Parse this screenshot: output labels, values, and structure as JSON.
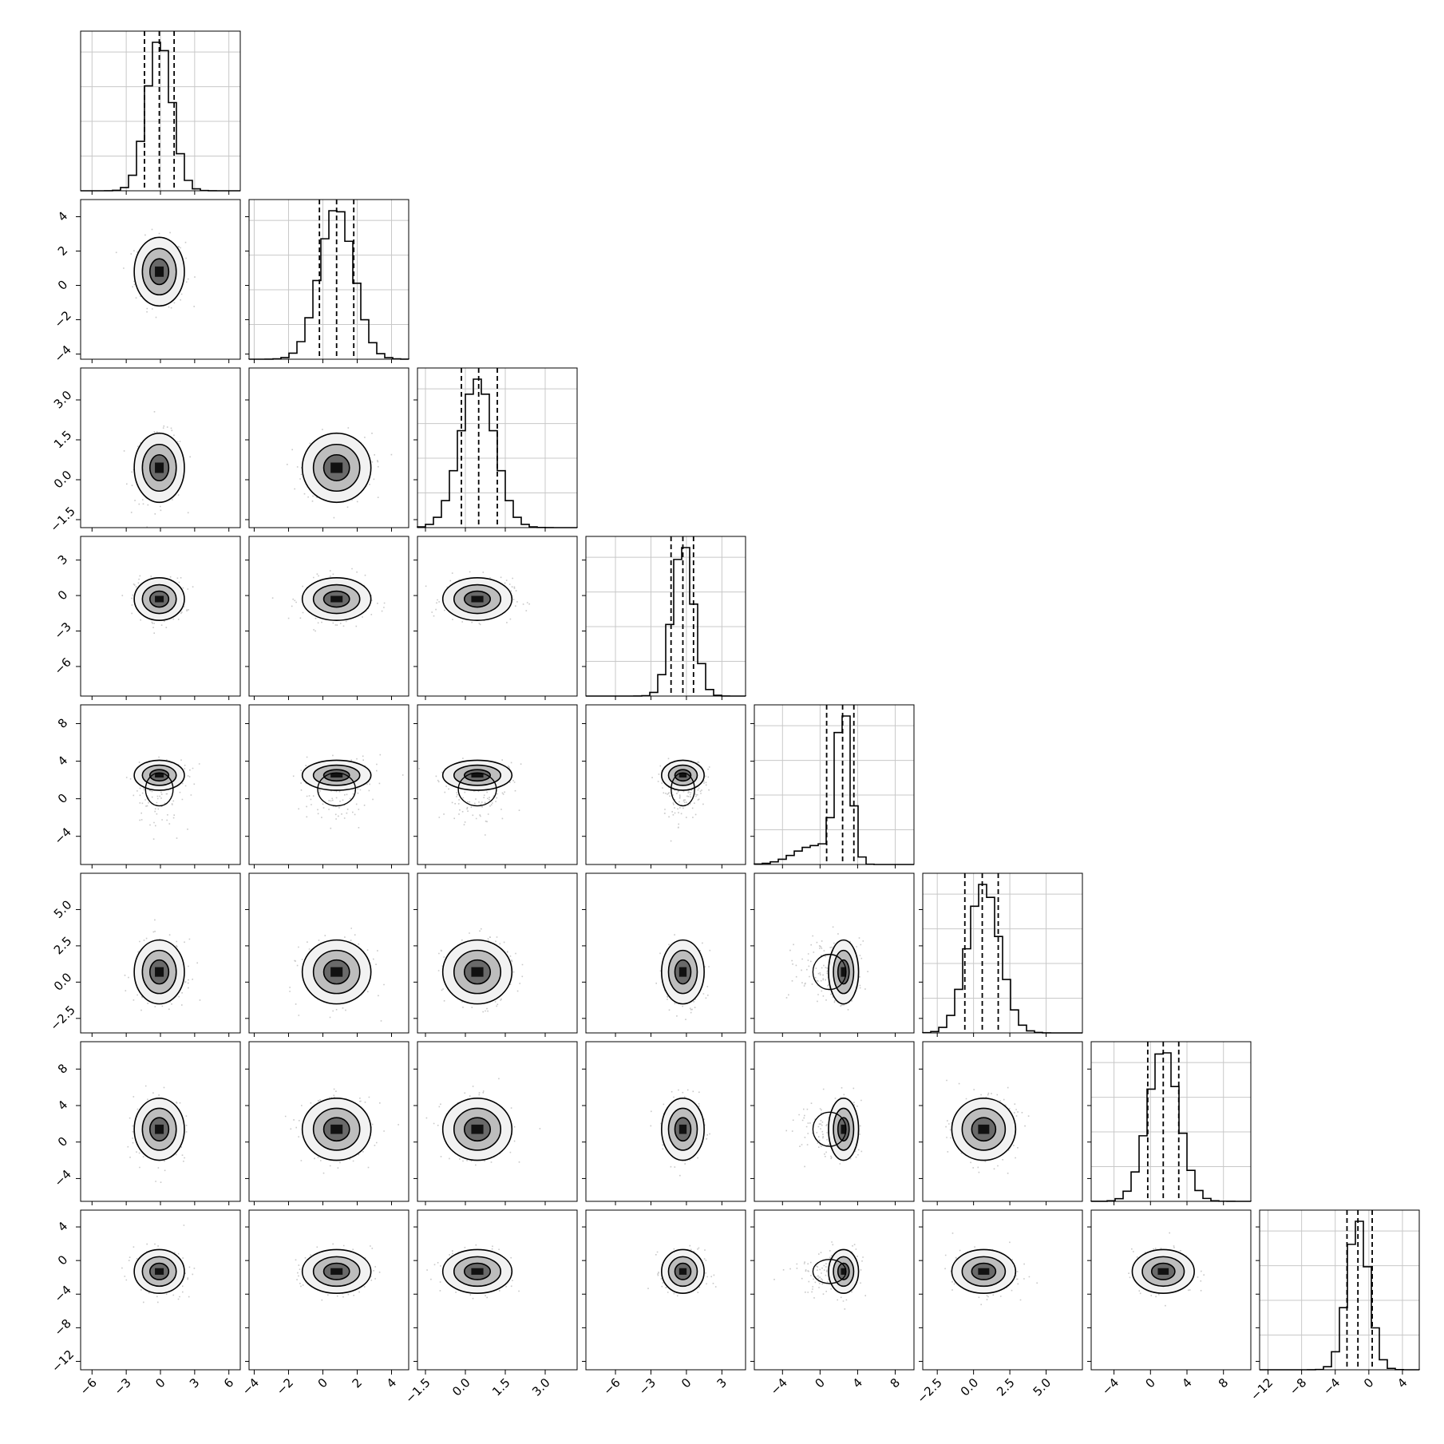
{
  "chart_data": {
    "type": "corner",
    "n_params": 8,
    "grid": true,
    "colors": {
      "line": "#000000",
      "grid": "#c8c8c8",
      "scatter": "#9a9a9a"
    },
    "params": [
      {
        "range": [
          -7,
          7
        ],
        "ticks": [
          -6,
          -3,
          0,
          3,
          6
        ],
        "tick_labels": [
          "−6",
          "−3",
          "0",
          "3",
          "6"
        ],
        "quantiles": [
          -1.4,
          -0.1,
          1.2
        ],
        "hist_peak": -0.1,
        "hist_sigma": 1.1,
        "hist_skew": 0
      },
      {
        "range": [
          -4.3,
          5
        ],
        "ticks": [
          -4,
          -2,
          0,
          2,
          4
        ],
        "tick_labels": [
          "−4",
          "−2",
          "0",
          "2",
          "4"
        ],
        "quantiles": [
          -0.2,
          0.8,
          1.8
        ],
        "hist_peak": 0.8,
        "hist_sigma": 1.0,
        "hist_skew": 0
      },
      {
        "range": [
          -1.8,
          4.2
        ],
        "ticks": [
          -1.5,
          0.0,
          1.5,
          3.0
        ],
        "tick_labels": [
          "−1.5",
          "0.0",
          "1.5",
          "3.0"
        ],
        "quantiles": [
          -0.15,
          0.5,
          1.2
        ],
        "hist_peak": 0.45,
        "hist_sigma": 0.65,
        "hist_skew": 0
      },
      {
        "range": [
          -8.5,
          5
        ],
        "ticks": [
          -6,
          -3,
          0,
          3
        ],
        "tick_labels": [
          "−6",
          "−3",
          "0",
          "3"
        ],
        "quantiles": [
          -1.3,
          -0.3,
          0.6
        ],
        "hist_peak": -0.3,
        "hist_sigma": 0.9,
        "hist_skew": 0
      },
      {
        "range": [
          -7,
          10
        ],
        "ticks": [
          -4,
          0,
          4,
          8
        ],
        "tick_labels": [
          "−4",
          "0",
          "4",
          "8"
        ],
        "quantiles": [
          0.7,
          2.4,
          3.6
        ],
        "hist_peak": 2.5,
        "hist_sigma": 0.8,
        "hist_skew": 1
      },
      {
        "range": [
          -3.5,
          7.5
        ],
        "ticks": [
          -2.5,
          0.0,
          2.5,
          5.0
        ],
        "tick_labels": [
          "−2.5",
          "0.0",
          "2.5",
          "5.0"
        ],
        "quantiles": [
          -0.6,
          0.6,
          1.7
        ],
        "hist_peak": 0.7,
        "hist_sigma": 1.1,
        "hist_skew": 0
      },
      {
        "range": [
          -6.5,
          11
        ],
        "ticks": [
          -4,
          0,
          4,
          8
        ],
        "tick_labels": [
          "−4",
          "0",
          "4",
          "8"
        ],
        "quantiles": [
          -0.3,
          1.4,
          3.1
        ],
        "hist_peak": 1.4,
        "hist_sigma": 1.7,
        "hist_skew": 0
      },
      {
        "range": [
          -13,
          6
        ],
        "ticks": [
          -12,
          -8,
          -4,
          0,
          4
        ],
        "tick_labels": [
          "−12",
          "−8",
          "−4",
          "0",
          "4"
        ],
        "quantiles": [
          -2.6,
          -1.3,
          0.4
        ],
        "hist_peak": -1.3,
        "hist_sigma": 1.3,
        "hist_skew": 0
      }
    ]
  }
}
